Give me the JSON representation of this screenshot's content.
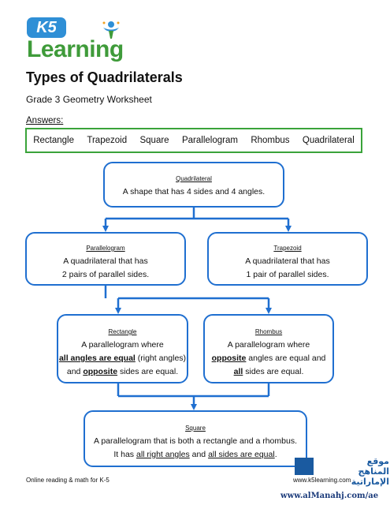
{
  "logo": {
    "k5": "K5",
    "word": "Learning"
  },
  "title": "Types of Quadrilaterals",
  "subtitle": "Grade 3 Geometry Worksheet",
  "answers_label": "Answers:",
  "answers": [
    "Rectangle",
    "Trapezoid",
    "Square",
    "Parallelogram",
    "Rhombus",
    "Quadrilateral"
  ],
  "boxes": {
    "quadrilateral": {
      "head": "Quadrilateral",
      "line1": "A shape that has 4 sides and 4 angles."
    },
    "parallelogram": {
      "head": "Parallelogram",
      "line1": "A quadrilateral that has",
      "line2": "2 pairs of parallel sides."
    },
    "trapezoid": {
      "head": "Trapezoid",
      "line1": "A quadrilateral that has",
      "line2": "1 pair of parallel sides."
    },
    "rectangle": {
      "head": "Rectangle",
      "line1": "A parallelogram where",
      "l2_em": "all angles are equal",
      "l2_rest": " (right angles)",
      "l3_pre": "and ",
      "l3_em": "opposite",
      "l3_rest": " sides are equal."
    },
    "rhombus": {
      "head": "Rhombus",
      "line1": "A parallelogram where",
      "l2_em": "opposite",
      "l2_rest": " angles are equal and",
      "l3_em": "all",
      "l3_rest": " sides are equal."
    },
    "square": {
      "head": "Square",
      "line1": "A parallelogram that is both a rectangle and a rhombus.",
      "l2_pre": "It has ",
      "l2_em1": "all right angles",
      "l2_mid": " and ",
      "l2_em2": "all sides are equal",
      "l2_post": "."
    }
  },
  "footer": {
    "left": "Online reading & math for K-5",
    "right": "www.k5learning.com"
  },
  "watermark": {
    "arabic_line1": "موقع",
    "arabic_line2": "المناهج الإماراتية",
    "url": "www.alManahj.com/ae"
  },
  "colors": {
    "box_border": "#1f6fd0",
    "answers_border": "#3aa33a",
    "logo_green": "#3f9b3a",
    "logo_blue": "#2f8fd6"
  }
}
